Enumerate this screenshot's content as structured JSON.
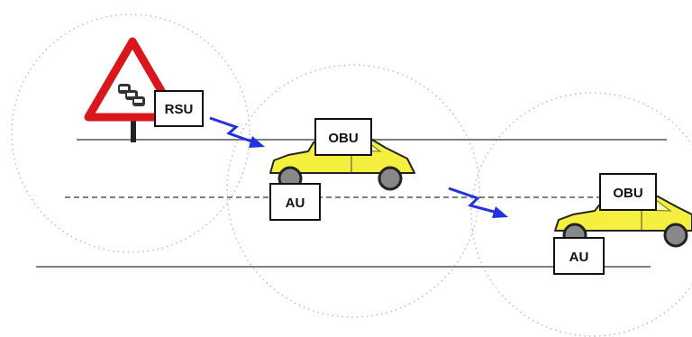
{
  "labels": {
    "rsu": "RSU",
    "obu_1": "OBU",
    "au_1": "AU",
    "obu_2": "OBU",
    "au_2": "AU"
  },
  "colors": {
    "sign_border": "#d9161c",
    "car_body": "#f5f040",
    "signal_arrow": "#2233dd",
    "road_line": "#555555",
    "range_circle": "#bbbbbb"
  },
  "icons": {
    "warning_sign": "traffic-jam-warning-sign-icon",
    "vehicle": "car-icon",
    "wireless_link": "wireless-signal-arrow-icon"
  }
}
